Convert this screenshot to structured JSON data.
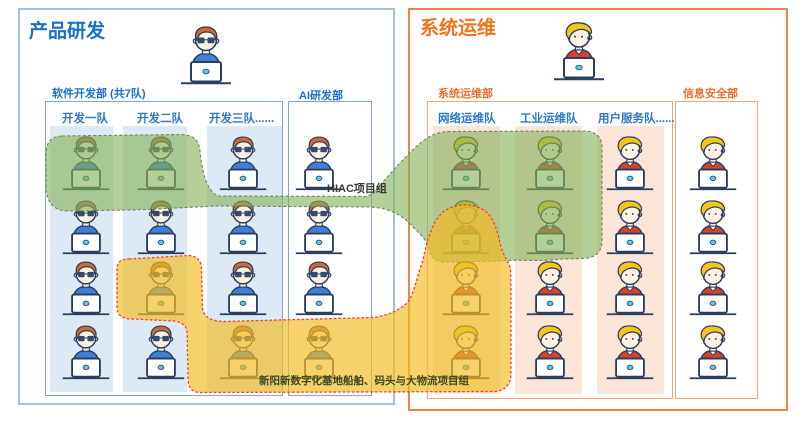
{
  "page": {
    "background": "#ffffff"
  },
  "sections": {
    "left": {
      "title": "产品研发",
      "accent_color": "#1a6fc9",
      "box_border_color": "#a3c1e0",
      "inner_border_color": "#7fa5d1",
      "column_bg_color": "#dde9f5",
      "person_icon": "developer-orange-hair-glasses-blue-shirt-at-laptop",
      "manager_icon": "developer-manager-at-laptop",
      "departments": [
        {
          "label": "软件开发部 (共7队)",
          "teams": [
            {
              "label": "开发一队",
              "members": 4
            },
            {
              "label": "开发二队",
              "members": 4
            },
            {
              "label": "开发三队......",
              "members": 4
            }
          ]
        },
        {
          "label": "AI研发部",
          "teams": [
            {
              "label": "",
              "members": 4
            }
          ]
        }
      ]
    },
    "right": {
      "title": "系统运维",
      "accent_color": "#ed7d31",
      "box_border_color": "#ec8546",
      "inner_border_color": "#f2a77c",
      "column_bg_color": "#fbe5d9",
      "team_label_color": "#2e78c8",
      "person_icon": "operator-blond-hair-red-shirt-headset-at-laptop",
      "manager_icon": "operator-manager-at-laptop",
      "departments": [
        {
          "label": "系统运维部",
          "teams": [
            {
              "label": "网络运维队",
              "members": 4
            },
            {
              "label": "工业运维队",
              "members": 4
            },
            {
              "label": "用户服务队......",
              "members": 4
            }
          ]
        },
        {
          "label": "信息安全部",
          "teams": [
            {
              "label": "",
              "members": 4
            }
          ]
        }
      ]
    }
  },
  "overlays": {
    "hiac": {
      "label": "HIAC项目组",
      "fill": "#86b259",
      "fill_opacity": "0.62",
      "stroke": "#6f855a",
      "label_color": "#3a3a3a"
    },
    "xinyang": {
      "label": "新阳新数字化基地船舶、码头与大物流项目组",
      "fill": "#f2bd23",
      "fill_opacity": "0.68",
      "stroke": "#ff3b30",
      "label_color": "#3c4a1e"
    }
  }
}
